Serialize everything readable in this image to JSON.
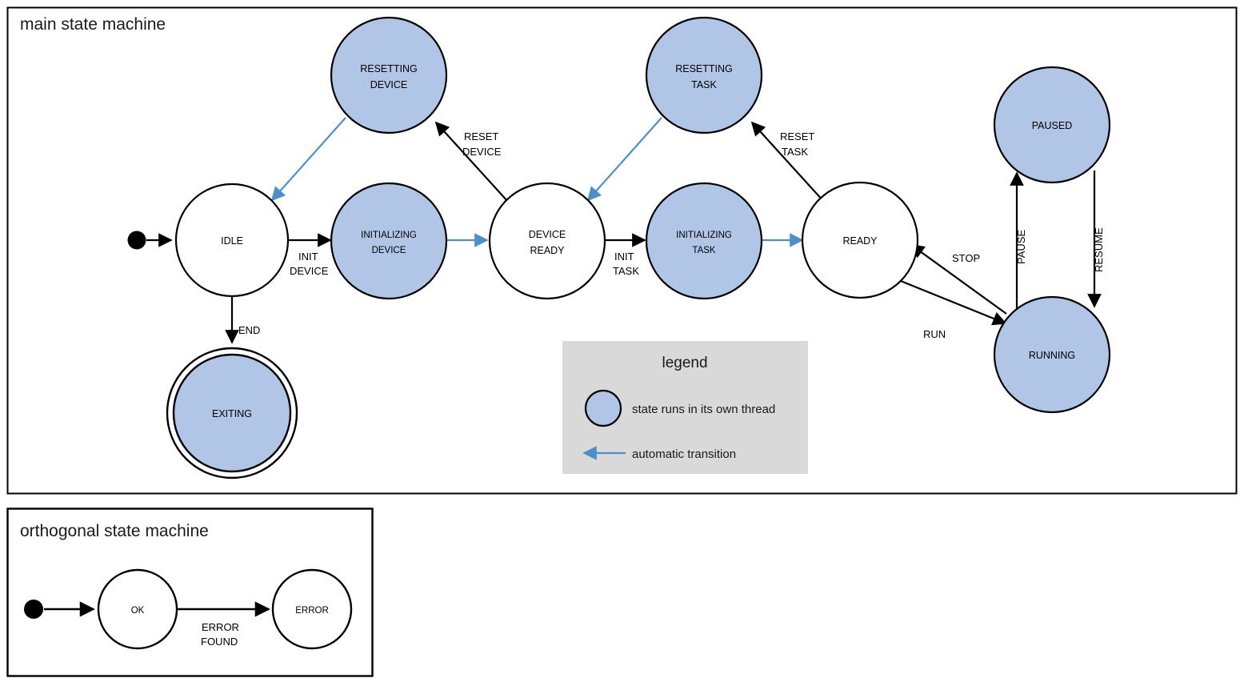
{
  "colors": {
    "thread_state_fill": "#b1c5e7",
    "plain_state_fill": "#ffffff",
    "stroke": "#000000",
    "auto_transition": "#4d8fc9",
    "legend_background": "#d9d9d9",
    "frame_stroke": "#000000"
  },
  "main": {
    "title": "main state machine",
    "states": [
      {
        "id": "idle",
        "label_line1": "IDLE",
        "label_line2": "",
        "threaded": false,
        "final": false
      },
      {
        "id": "resetting-device",
        "label_line1": "RESETTING",
        "label_line2": "DEVICE",
        "threaded": true,
        "final": false
      },
      {
        "id": "initializing-device",
        "label_line1": "INITIALIZING",
        "label_line2": "DEVICE",
        "threaded": true,
        "final": false
      },
      {
        "id": "device-ready",
        "label_line1": "DEVICE",
        "label_line2": "READY",
        "threaded": false,
        "final": false
      },
      {
        "id": "resetting-task",
        "label_line1": "RESETTING",
        "label_line2": "TASK",
        "threaded": true,
        "final": false
      },
      {
        "id": "initializing-task",
        "label_line1": "INITIALIZING",
        "label_line2": "TASK",
        "threaded": true,
        "final": false
      },
      {
        "id": "ready",
        "label_line1": "READY",
        "label_line2": "",
        "threaded": false,
        "final": false
      },
      {
        "id": "paused",
        "label_line1": "PAUSED",
        "label_line2": "",
        "threaded": true,
        "final": false
      },
      {
        "id": "running",
        "label_line1": "RUNNING",
        "label_line2": "",
        "threaded": true,
        "final": false
      },
      {
        "id": "exiting",
        "label_line1": "EXITING",
        "label_line2": "",
        "threaded": true,
        "final": true
      }
    ],
    "transitions": [
      {
        "id": "start-idle",
        "from": "initial",
        "to": "idle",
        "label_line1": "",
        "label_line2": "",
        "automatic": false
      },
      {
        "id": "idle-initializing-device",
        "from": "idle",
        "to": "initializing-device",
        "label_line1": "INIT",
        "label_line2": "DEVICE",
        "automatic": false
      },
      {
        "id": "idle-exiting",
        "from": "idle",
        "to": "exiting",
        "label_line1": "END",
        "label_line2": "",
        "automatic": false
      },
      {
        "id": "initializing-device-ready",
        "from": "initializing-device",
        "to": "device-ready",
        "label_line1": "",
        "label_line2": "",
        "automatic": true
      },
      {
        "id": "device-ready-reset-device",
        "from": "device-ready",
        "to": "resetting-device",
        "label_line1": "RESET",
        "label_line2": "DEVICE",
        "automatic": false
      },
      {
        "id": "resetting-device-idle",
        "from": "resetting-device",
        "to": "idle",
        "label_line1": "",
        "label_line2": "",
        "automatic": true
      },
      {
        "id": "device-ready-init-task",
        "from": "device-ready",
        "to": "initializing-task",
        "label_line1": "INIT",
        "label_line2": "TASK",
        "automatic": false
      },
      {
        "id": "initializing-task-ready",
        "from": "initializing-task",
        "to": "ready",
        "label_line1": "",
        "label_line2": "",
        "automatic": true
      },
      {
        "id": "ready-reset-task",
        "from": "ready",
        "to": "resetting-task",
        "label_line1": "RESET",
        "label_line2": "TASK",
        "automatic": false
      },
      {
        "id": "resetting-task-device-ready",
        "from": "resetting-task",
        "to": "device-ready",
        "label_line1": "",
        "label_line2": "",
        "automatic": true
      },
      {
        "id": "ready-running",
        "from": "ready",
        "to": "running",
        "label_line1": "RUN",
        "label_line2": "",
        "automatic": false
      },
      {
        "id": "running-ready",
        "from": "running",
        "to": "ready",
        "label_line1": "STOP",
        "label_line2": "",
        "automatic": false
      },
      {
        "id": "running-paused",
        "from": "running",
        "to": "paused",
        "label_line1": "PAUSE",
        "label_line2": "",
        "automatic": false
      },
      {
        "id": "paused-running",
        "from": "paused",
        "to": "running",
        "label_line1": "RESUME",
        "label_line2": "",
        "automatic": false
      }
    ]
  },
  "legend": {
    "title": "legend",
    "items": [
      {
        "id": "threaded-state",
        "symbol": "blue-circle",
        "text": "state runs in its own thread"
      },
      {
        "id": "automatic-transition",
        "symbol": "blue-left-arrow",
        "text": "automatic transition"
      }
    ]
  },
  "orthogonal": {
    "title": "orthogonal state machine",
    "states": [
      {
        "id": "ok",
        "label_line1": "OK",
        "threaded": false
      },
      {
        "id": "error",
        "label_line1": "ERROR",
        "threaded": false
      }
    ],
    "transitions": [
      {
        "id": "start-ok",
        "from": "initial",
        "to": "ok",
        "label_line1": "",
        "label_line2": ""
      },
      {
        "id": "ok-error",
        "from": "ok",
        "to": "error",
        "label_line1": "ERROR",
        "label_line2": "FOUND"
      }
    ]
  }
}
